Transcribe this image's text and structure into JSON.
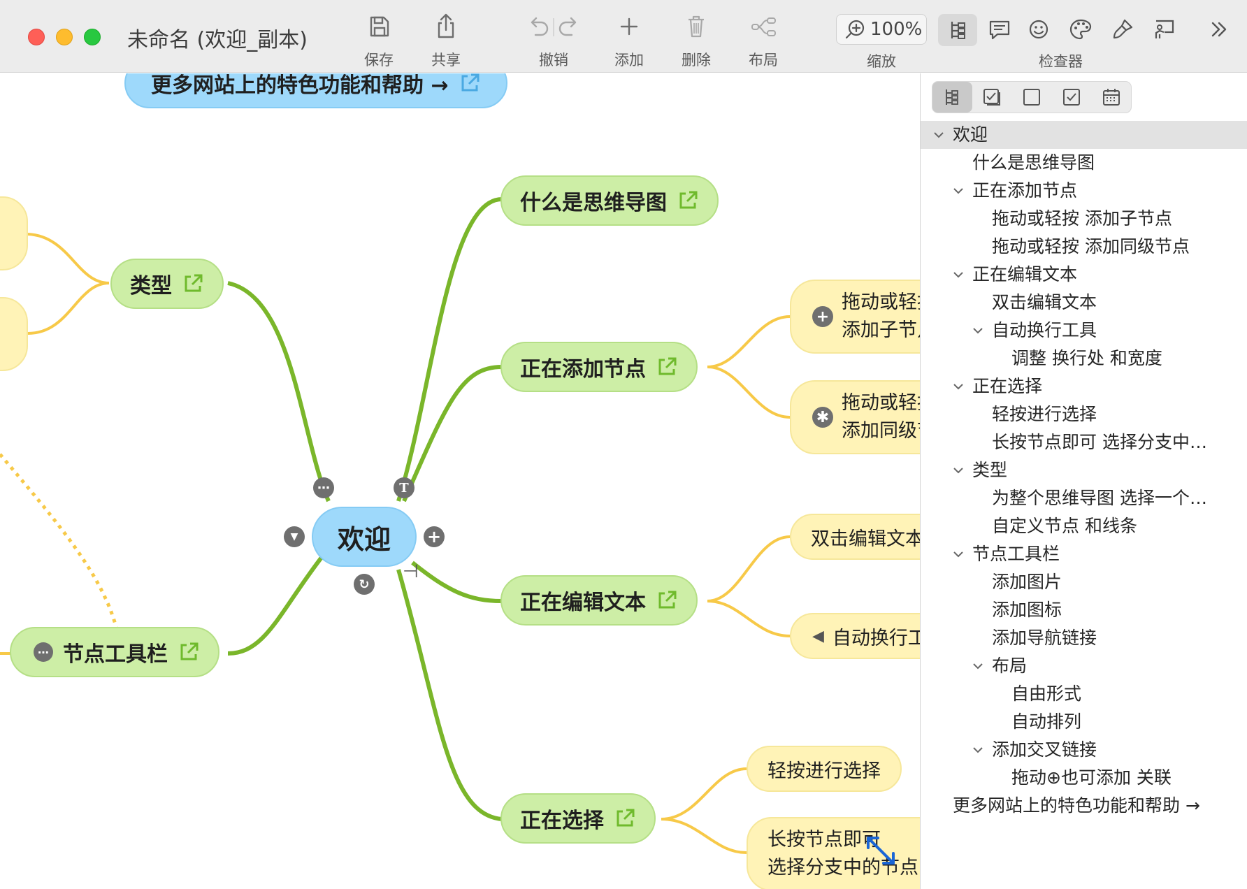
{
  "window": {
    "title": "未命名 (欢迎_副本)"
  },
  "toolbar": {
    "save": "保存",
    "share": "共享",
    "undo_redo": "撤销",
    "add": "添加",
    "delete": "删除",
    "layout": "布局",
    "zoom_value": "100%",
    "zoom_label": "缩放",
    "inspector_label": "检查器"
  },
  "canvas": {
    "top_banner": "更多网站上的特色功能和帮助 →",
    "center": "欢迎",
    "branches": {
      "what_is": "什么是思维导图",
      "type": "类型",
      "adding": "正在添加节点",
      "editing": "正在编辑文本",
      "selecting": "正在选择",
      "toolbar_node": "节点工具栏"
    },
    "children": {
      "add_child_l1": "拖动或轻按",
      "add_child_l2": "添加子节点",
      "add_sibling_l1": "拖动或轻按",
      "add_sibling_l2": "添加同级节点",
      "dblclick": "双击编辑文本",
      "autowrap": "自动换行工具",
      "tap_select": "轻按进行选择",
      "longpress_l1": "长按节点即可",
      "longpress_l2": "选择分支中的节点"
    }
  },
  "panel": {
    "outline": [
      {
        "text": "欢迎",
        "level": 0,
        "expanded": true
      },
      {
        "text": "什么是思维导图",
        "level": 1
      },
      {
        "text": "正在添加节点",
        "level": 1,
        "expanded": true
      },
      {
        "text": "拖动或轻按 添加子节点",
        "level": 2
      },
      {
        "text": "拖动或轻按 添加同级节点",
        "level": 2
      },
      {
        "text": "正在编辑文本",
        "level": 1,
        "expanded": true
      },
      {
        "text": "双击编辑文本",
        "level": 2
      },
      {
        "text": "自动换行工具",
        "level": 2,
        "expanded": true
      },
      {
        "text": "调整 换行处 和宽度",
        "level": 3
      },
      {
        "text": "正在选择",
        "level": 1,
        "expanded": true
      },
      {
        "text": "轻按进行选择",
        "level": 2
      },
      {
        "text": "长按节点即可 选择分支中…",
        "level": 2
      },
      {
        "text": "类型",
        "level": 1,
        "expanded": true
      },
      {
        "text": "为整个思维导图 选择一个…",
        "level": 2
      },
      {
        "text": "自定义节点 和线条",
        "level": 2
      },
      {
        "text": "节点工具栏",
        "level": 1,
        "expanded": true
      },
      {
        "text": "添加图片",
        "level": 2
      },
      {
        "text": "添加图标",
        "level": 2
      },
      {
        "text": "添加导航链接",
        "level": 2
      },
      {
        "text": "布局",
        "level": 2,
        "expanded": true
      },
      {
        "text": "自由形式",
        "level": 3
      },
      {
        "text": "自动排列",
        "level": 3
      },
      {
        "text": "添加交叉链接",
        "level": 2,
        "expanded": true
      },
      {
        "text": "拖动⊕也可添加 关联",
        "level": 3
      },
      {
        "text": "更多网站上的特色功能和帮助 →",
        "level": 0
      }
    ]
  },
  "colors": {
    "green_node": "#cdeea6",
    "yellow_node": "#fff3b7",
    "blue_node": "#9ed9fb",
    "green_line": "#7ab62a",
    "yellow_line": "#f7c948"
  }
}
